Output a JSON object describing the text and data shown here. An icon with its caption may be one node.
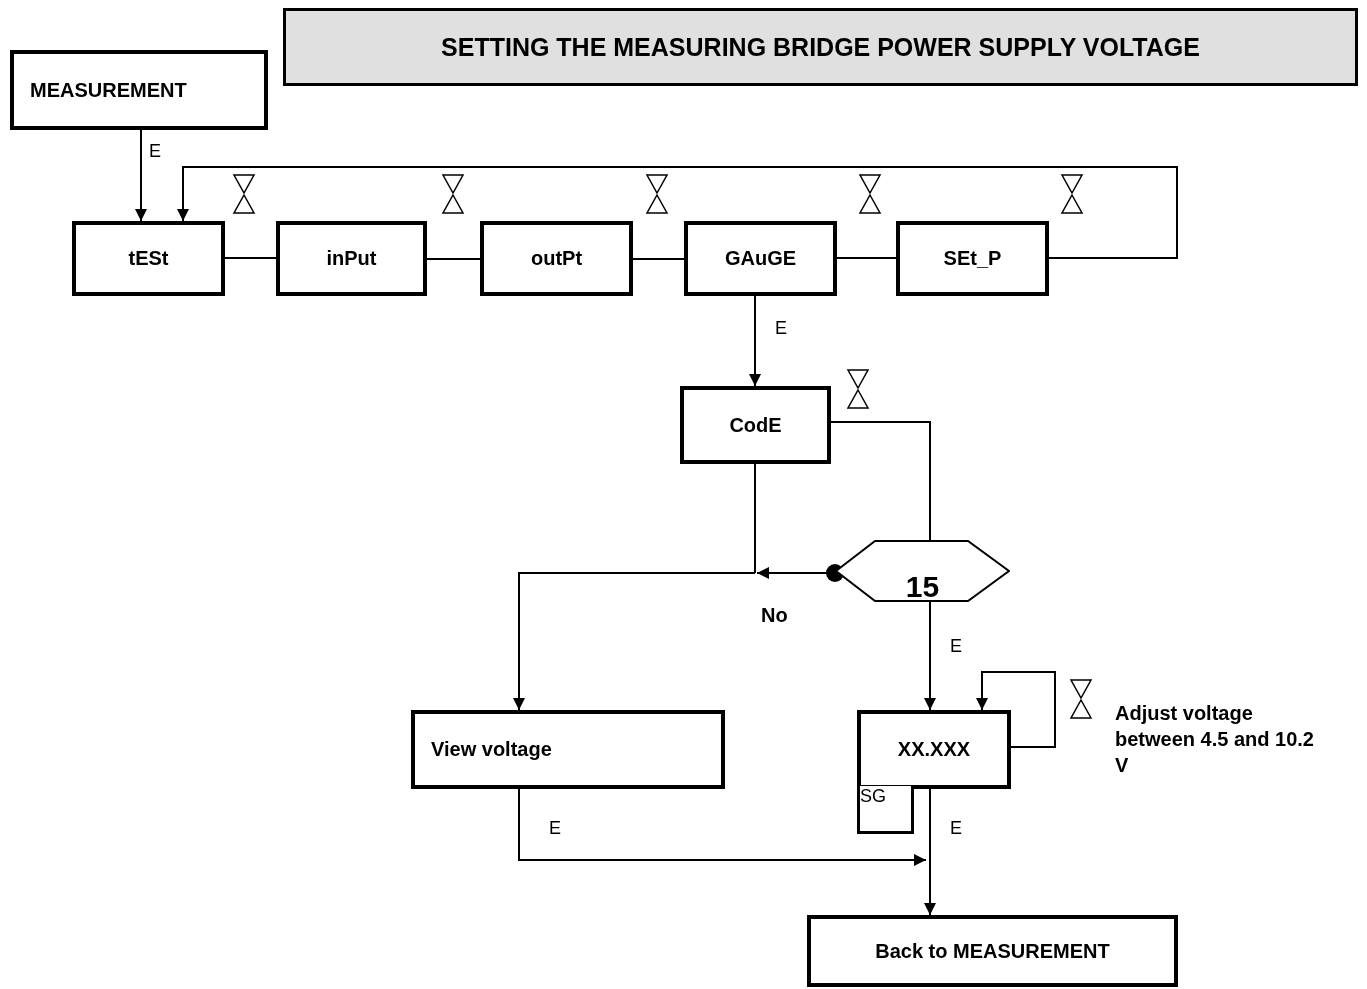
{
  "diagram": {
    "title": "SETTING THE MEASURING BRIDGE POWER SUPPLY VOLTAGE",
    "nodes": [
      {
        "text": [
          "MEASUREMENT"
        ]
      },
      {
        "text": [
          "tESt"
        ]
      },
      {
        "text": [
          "inPut"
        ]
      },
      {
        "text": [
          "outPt"
        ]
      },
      {
        "text": [
          "GAuGE"
        ]
      },
      {
        "text": [
          "SEt_P"
        ]
      },
      {
        "text": [
          "CodE"
        ]
      },
      {
        "text": [
          "15"
        ]
      },
      {
        "text": [
          "View voltage"
        ]
      },
      {
        "text": [
          "XX.XXX"
        ]
      },
      {
        "text": [
          "SG"
        ]
      },
      {
        "text": [
          "Back to MEASUREMENT"
        ]
      }
    ],
    "edges": [
      {
        "from": 0,
        "to": 1,
        "arrow": "to",
        "label": "E"
      },
      {
        "from": 1,
        "to": 2,
        "arrow": "none"
      },
      {
        "from": 2,
        "to": 3,
        "arrow": "none"
      },
      {
        "from": 3,
        "to": 4,
        "arrow": "none"
      },
      {
        "from": 4,
        "to": 5,
        "arrow": "none"
      },
      {
        "from": 5,
        "to": 1,
        "arrow": "to"
      },
      {
        "from": 4,
        "to": 6,
        "arrow": "to",
        "label": "E"
      },
      {
        "from": 6,
        "to": 8,
        "arrow": "to"
      },
      {
        "from": 6,
        "to": 7,
        "arrow": "none"
      },
      {
        "from": 7,
        "to": 8,
        "arrow": "to",
        "label": "No"
      },
      {
        "from": 7,
        "to": 9,
        "arrow": "to",
        "label": "E"
      },
      {
        "from": 9,
        "to": 9,
        "arrow": "to"
      },
      {
        "from": 8,
        "to": 11,
        "arrow": "to",
        "label": "E"
      },
      {
        "from": 9,
        "to": 11,
        "arrow": "to",
        "label": "E"
      }
    ],
    "labels": [
      "Adjust voltage between 4.5 and 10.2 V"
    ]
  }
}
